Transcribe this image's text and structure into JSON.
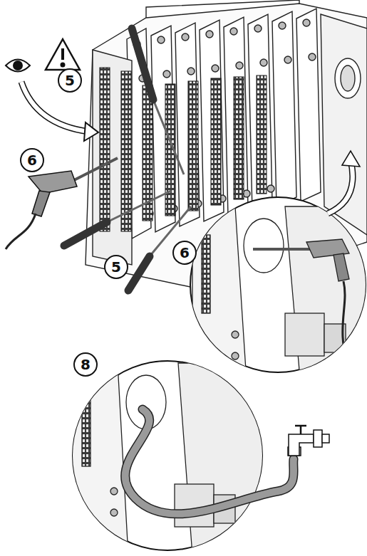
{
  "diagram": {
    "labels": [
      "5",
      "6",
      "5",
      "6",
      "8"
    ]
  }
}
